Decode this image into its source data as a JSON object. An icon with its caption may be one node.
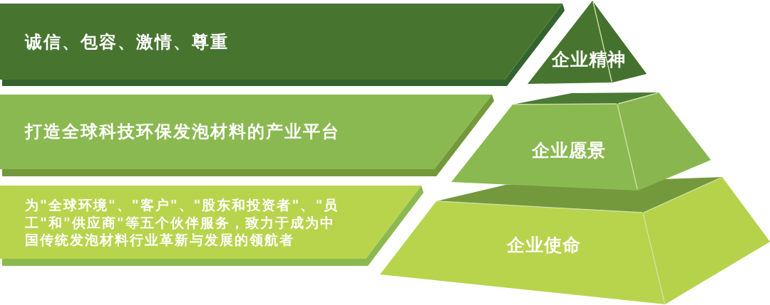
{
  "diagram": {
    "nodes": [
      {
        "text": [
          "诚信、包容、激情、尊重"
        ]
      },
      {
        "text": [
          "企业精神"
        ]
      },
      {
        "text": [
          "打造全球科技环保发泡材料的产业平台"
        ]
      },
      {
        "text": [
          "企业愿景"
        ]
      },
      {
        "text": [
          "为\"全球环境\"、\"客户\"、\"股东和投资者\"、\"员工\"和\"供应商\"等五个伙伴服务，致力于成为中国传统发泡材料行业革新与发展的领航者"
        ]
      },
      {
        "text": [
          "企业使命"
        ]
      }
    ]
  }
}
